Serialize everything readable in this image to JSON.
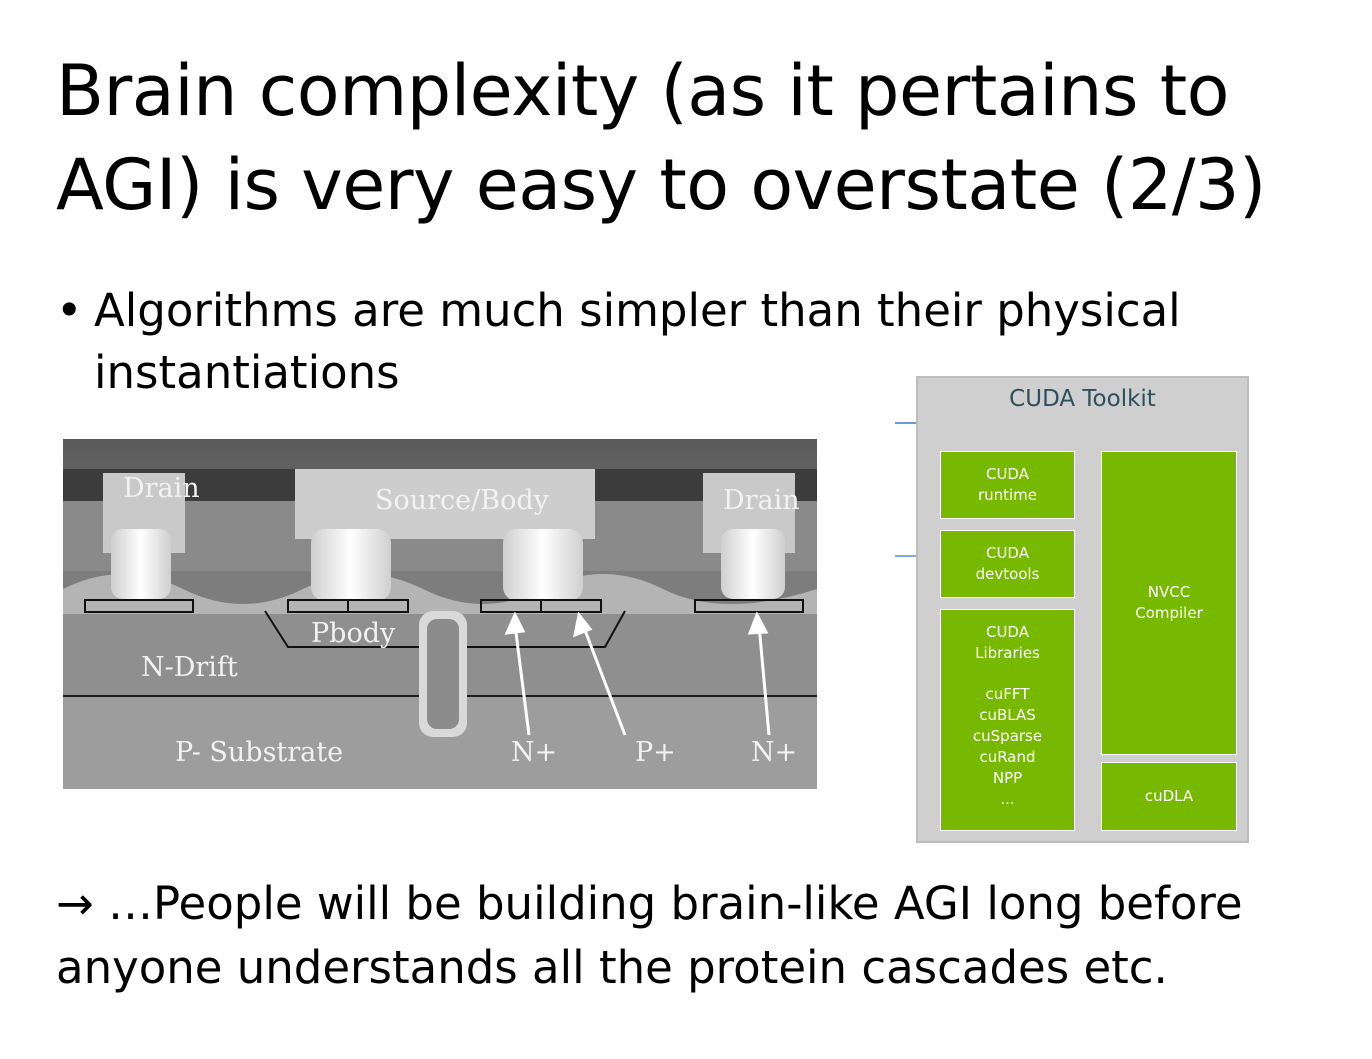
{
  "slide": {
    "title": "Brain complexity (as it pertains to AGI) is very easy to overstate (2/3)",
    "bullet": "Algorithms are much simpler than their physical instantiations",
    "bullet_marker": "•",
    "conclusion": "→ …People will be building brain-like AGI long before anyone understands all the protein cascades etc."
  },
  "transistor_image": {
    "labels": {
      "drain_left": "Drain",
      "source_body": "Source/Body",
      "drain_right": "Drain",
      "pbody": "Pbody",
      "n_drift": "N-Drift",
      "p_substrate": "P- Substrate",
      "n_plus_1": "N+",
      "p_plus": "P+",
      "n_plus_2": "N+"
    }
  },
  "cuda_diagram": {
    "title": "CUDA Toolkit",
    "runtime_line1": "CUDA",
    "runtime_line2": "runtime",
    "devtools_line1": "CUDA",
    "devtools_line2": "devtools",
    "libraries_line1": "CUDA",
    "libraries_line2": "Libraries",
    "libraries": [
      "cuFFT",
      "cuBLAS",
      "cuSparse",
      "cuRand",
      "NPP",
      "..."
    ],
    "nvcc_line1": "NVCC",
    "nvcc_line2": "Compiler",
    "cudla": "cuDLA",
    "colors": {
      "green": "#76b900",
      "panel": "#cfcfcf",
      "title": "#2f4f5f",
      "arrow": "#4a90d9"
    }
  }
}
